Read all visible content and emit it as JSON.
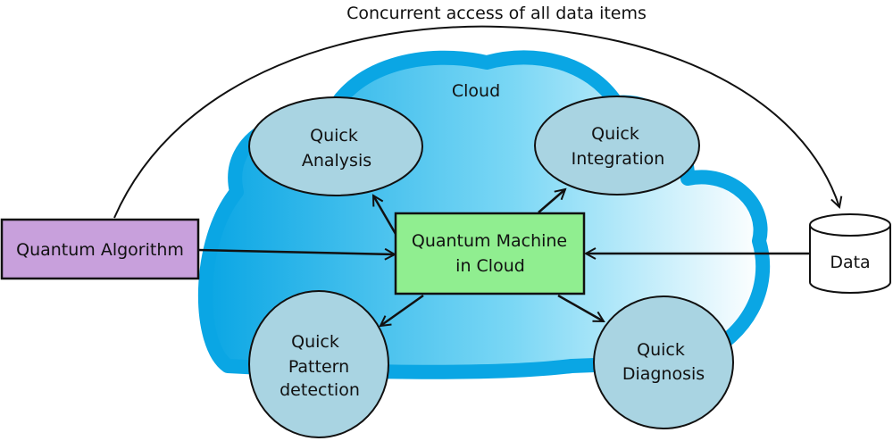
{
  "diagram": {
    "top_label": "Concurrent access of all data items",
    "cloud_label": "Cloud",
    "center": {
      "line1": "Quantum Machine",
      "line2": "in Cloud"
    },
    "algorithm": "Quantum Algorithm",
    "data_store": "Data",
    "analysis": {
      "line1": "Quick",
      "line2": "Analysis"
    },
    "integration": {
      "line1": "Quick",
      "line2": "Integration"
    },
    "pattern": {
      "line1": "Quick",
      "line2": "Pattern",
      "line3": "detection"
    },
    "diagnosis": {
      "line1": "Quick",
      "line2": "Diagnosis"
    }
  },
  "colors": {
    "cloud_outline": "#0aa6e4",
    "cloud_fill_left": "#0aa6e4",
    "cloud_fill_right": "#ffffff",
    "center_box": "#90ee90",
    "algorithm_box": "#c8a0dc",
    "ellipse_fill": "#a9d4e2"
  }
}
